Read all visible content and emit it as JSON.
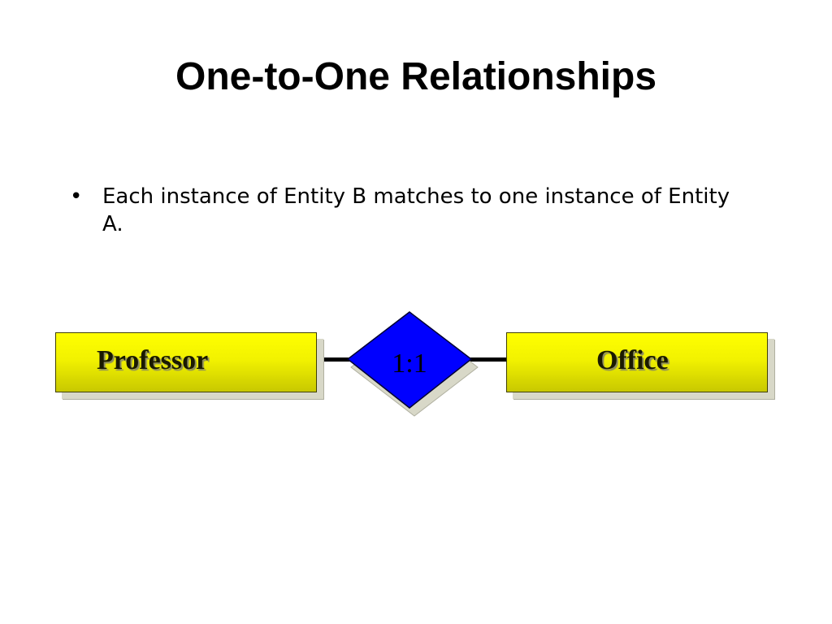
{
  "slide": {
    "title": "One-to-One Relationships",
    "bullets": [
      {
        "marker": "•",
        "text": "Each instance of Entity B matches to one instance of Entity A."
      }
    ]
  },
  "diagram": {
    "entity_a": {
      "label": "Professor"
    },
    "relationship": {
      "label": "1:1"
    },
    "entity_b": {
      "label": "Office"
    },
    "colors": {
      "entity_fill": "#ffff00",
      "relationship_fill": "#0000ff",
      "connector": "#000000"
    }
  }
}
